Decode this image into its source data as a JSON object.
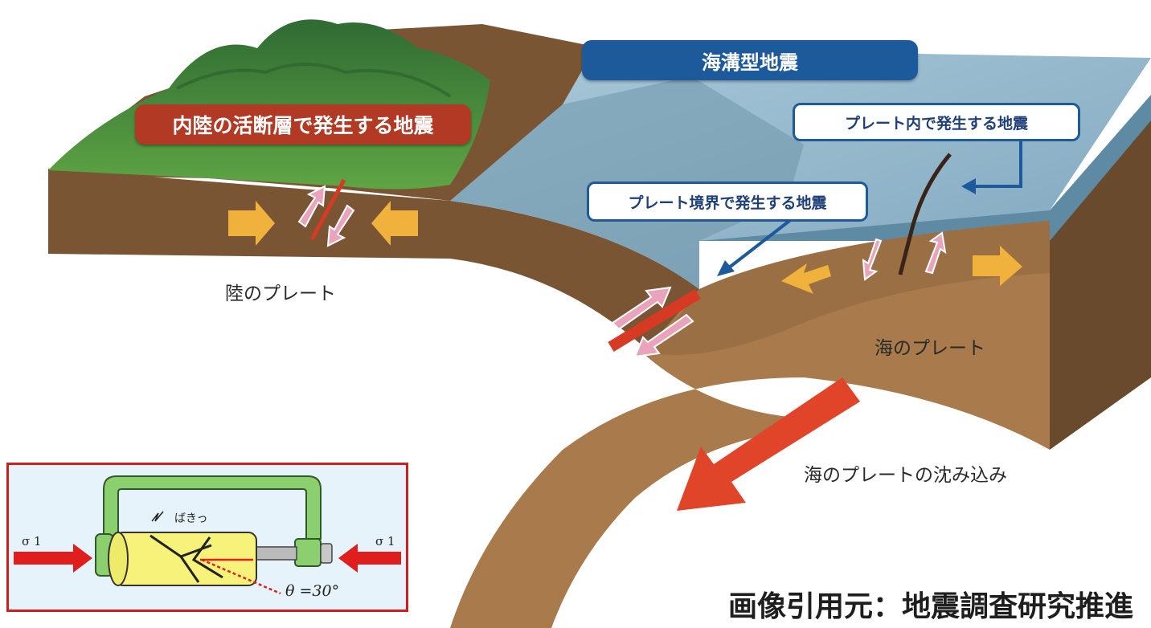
{
  "labels": {
    "trench_quake": "海溝型地震",
    "inland_fault_quake": "内陸の活断層で発生する地震",
    "intraplate_quake": "プレート内で発生する地震",
    "plate_boundary_quake": "プレート境界で発生する地震",
    "continental_plate": "陸のプレート",
    "oceanic_plate": "海のプレート",
    "subduction": "海のプレートの沈み込み"
  },
  "inset": {
    "sigma_left": "σ 1",
    "sigma_right": "σ 1",
    "crack_sound": "ばきっ",
    "angle_label": "θ =30°"
  },
  "credit": "画像引用元：地震調査研究推進",
  "colors": {
    "land_plate": "#7a5534",
    "ocean_plate": "#a87a4c",
    "sea": "#8fb5c9",
    "mountain": "#3e8a3c",
    "label_red": "#b23a24",
    "label_blue": "#1d5a9b",
    "compression_arrow": "#f0b23c",
    "shear_arrow": "#e9a4bc",
    "subduction_arrow": "#e0452a",
    "fault_line": "#d63a22",
    "inset_border": "#cc1f1f"
  },
  "icons": [
    "compression-arrow",
    "shear-arrow",
    "subduction-arrow",
    "clamp-icon",
    "crack-icon"
  ]
}
